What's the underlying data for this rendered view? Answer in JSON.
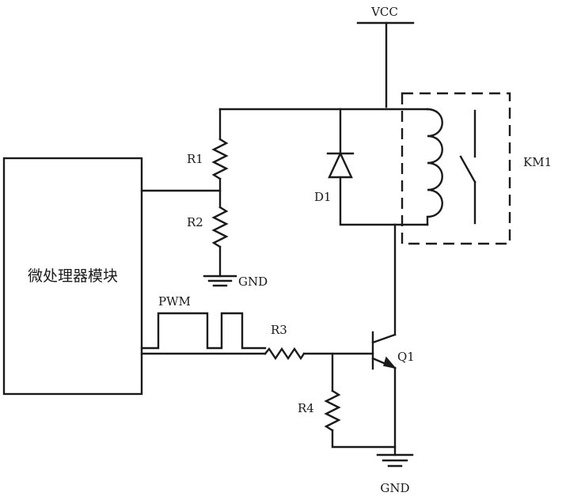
{
  "diagram": {
    "labels": {
      "vcc": "VCC",
      "gnd_top": "GND",
      "gnd_bottom": "GND",
      "r1": "R1",
      "r2": "R2",
      "r3": "R3",
      "r4": "R4",
      "d1": "D1",
      "q1": "Q1",
      "km1": "KM1",
      "pwm": "PWM",
      "module": "微处理器模块"
    }
  }
}
